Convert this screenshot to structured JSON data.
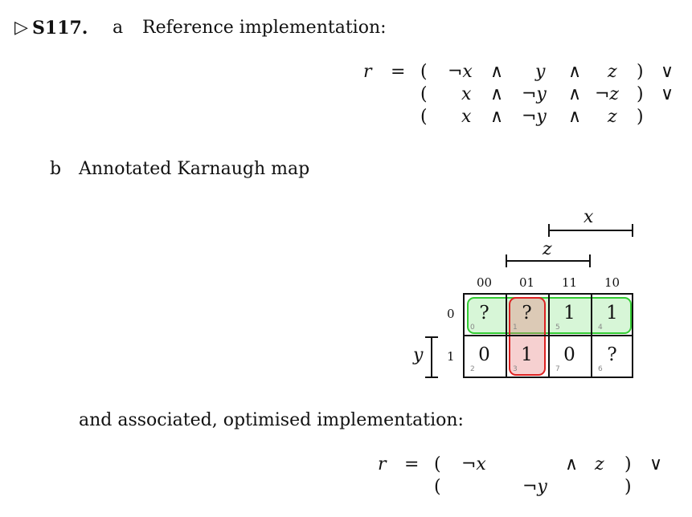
{
  "heading": {
    "marker": "▷",
    "label": "S117.",
    "part_a": "a",
    "part_a_text": "Reference implementation:",
    "part_b": "b",
    "part_b_text": "Annotated Karnaugh map",
    "assoc_text": "and associated, optimised implementation:"
  },
  "reference": {
    "lhs": "r",
    "eq": "=",
    "rows": [
      {
        "open": "(",
        "t1": "¬x",
        "op1": "∧",
        "t2": "y",
        "op2": "∧",
        "t3": "z",
        "close": ")",
        "join": "∨"
      },
      {
        "open": "(",
        "t1": "x",
        "op1": "∧",
        "t2": "¬y",
        "op2": "∧",
        "t3": "¬z",
        "close": ")",
        "join": "∨"
      },
      {
        "open": "(",
        "t1": "x",
        "op1": "∧",
        "t2": "¬y",
        "op2": "∧",
        "t3": "z",
        "close": ")",
        "join": ""
      }
    ]
  },
  "kmap": {
    "x_label": "x",
    "z_label": "z",
    "y_label": "y",
    "col_headers": [
      "00",
      "01",
      "11",
      "10"
    ],
    "row_headers": [
      "0",
      "1"
    ],
    "cells": [
      [
        {
          "v": "?",
          "i": "0"
        },
        {
          "v": "?",
          "i": "1"
        },
        {
          "v": "1",
          "i": "5"
        },
        {
          "v": "1",
          "i": "4"
        }
      ],
      [
        {
          "v": "0",
          "i": "2"
        },
        {
          "v": "1",
          "i": "3"
        },
        {
          "v": "0",
          "i": "7"
        },
        {
          "v": "?",
          "i": "6"
        }
      ]
    ],
    "groups": [
      {
        "color": "#33cc33",
        "fill": "#ccf5cc",
        "cells": "row 0, all columns"
      },
      {
        "color": "#dd2222",
        "fill": "#f8c8c8",
        "cells": "column 01, both rows"
      }
    ]
  },
  "optimised": {
    "lhs": "r",
    "eq": "=",
    "rows": [
      {
        "open": "(",
        "t1": "¬x",
        "op": "∧",
        "t3": "z",
        "close": ")",
        "join": "∨"
      },
      {
        "open": "(",
        "t2": "¬y",
        "close": ")"
      }
    ]
  }
}
